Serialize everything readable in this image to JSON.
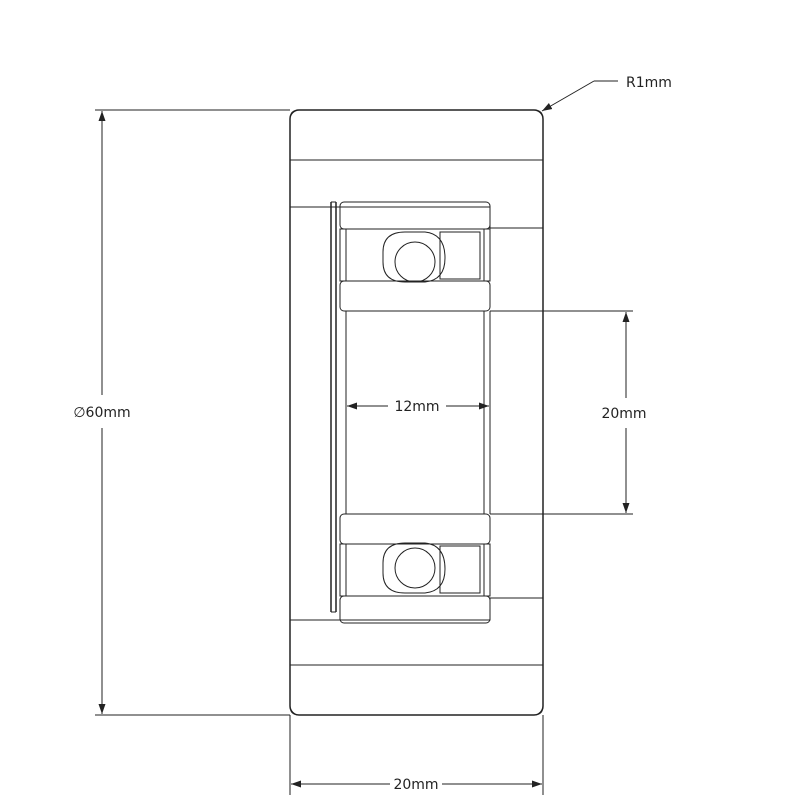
{
  "dimensions": {
    "outer_diameter": "∅60mm",
    "width": "20mm",
    "bore": "12mm",
    "bore_height": "20mm",
    "edge_radius": "R1mm"
  },
  "colors": {
    "line": "#222222",
    "background": "#ffffff"
  }
}
